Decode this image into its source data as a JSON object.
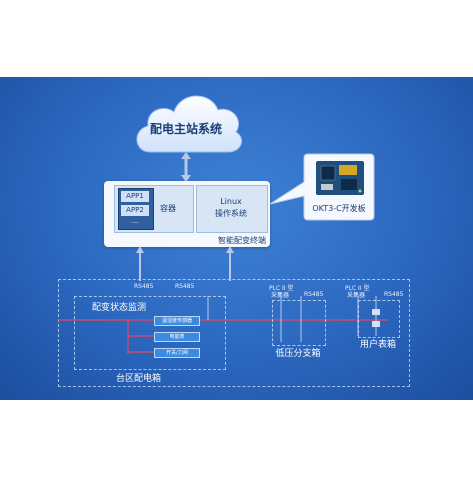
{
  "cloud": {
    "label": "配电主站系统"
  },
  "terminal": {
    "apps": [
      "APP1",
      "APP2",
      "..."
    ],
    "container_label": "容器",
    "os_label_1": "Linux",
    "os_label_2": "操作系统",
    "caption": "智能配变终端"
  },
  "board_callout": {
    "label": "OKT3-C开发板"
  },
  "bus_labels": {
    "rs485_a": "RS485",
    "rs485_b": "RS485",
    "rs485_c": "RS485",
    "rs485_d": "RS485"
  },
  "plc_a": {
    "line1": "PLC II 型",
    "line2": "采集器"
  },
  "plc_b": {
    "line1": "PLC II 型",
    "line2": "采集器"
  },
  "monitor": {
    "title": "配变状态监测",
    "items": [
      "温湿度传感器",
      "电能表",
      "开关/刀闸"
    ]
  },
  "low_voltage_box": {
    "label": "低压分支箱"
  },
  "user_meter_box": {
    "label": "用户表箱"
  },
  "district_box": {
    "label": "台区配电箱"
  }
}
